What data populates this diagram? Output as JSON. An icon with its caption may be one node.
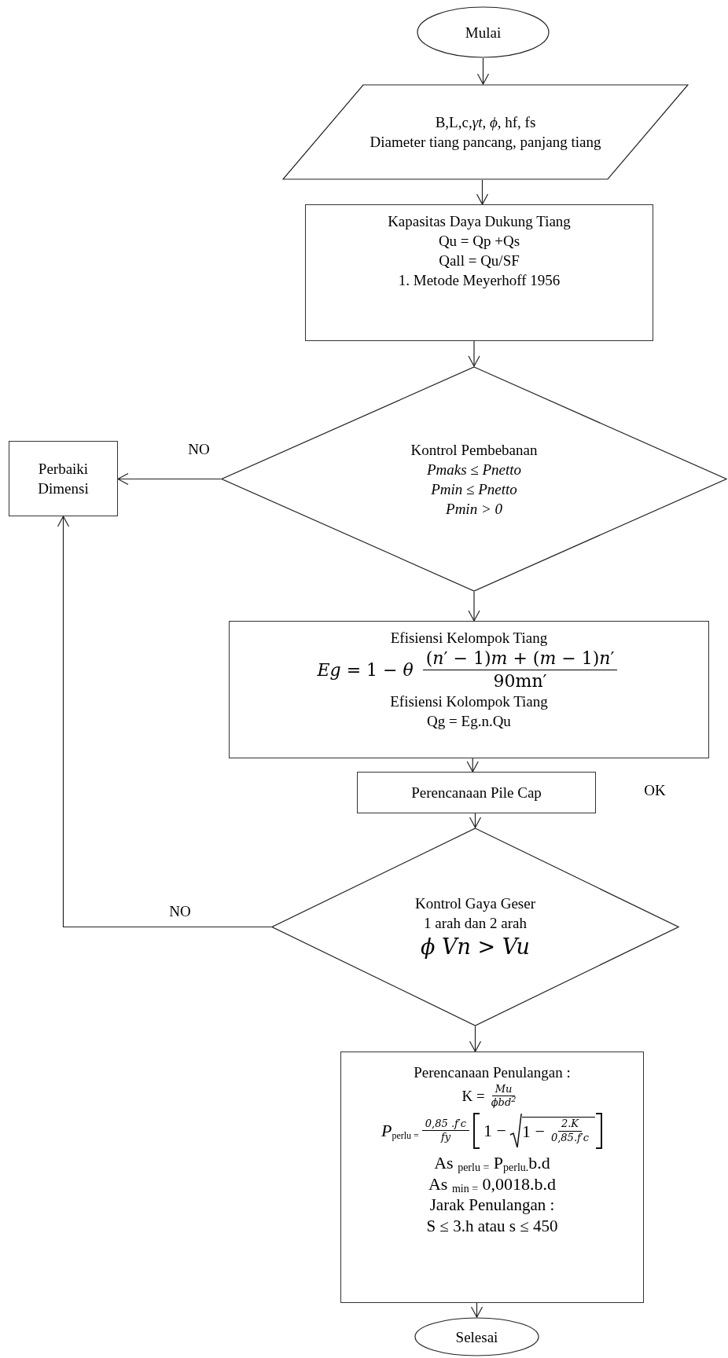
{
  "diagram": {
    "nodes": [
      {
        "text": [
          "Mulai"
        ]
      },
      {
        "text": [
          "B,L,c,*γt*, *ϕ*, hf, fs",
          "Diameter tiang pancang, panjang tiang"
        ]
      },
      {
        "text": [
          "Kapasitas Daya Dukung Tiang",
          "Qu = Qp +Qs",
          "Qall = Qu/SF",
          "1. Metode Meyerhoff 1956"
        ]
      },
      {
        "text": [
          "Kontrol Pembebanan",
          "Pmaks ≤ Pnetto",
          "Pmin ≤ Pnetto",
          "Pmin > 0"
        ]
      },
      {
        "text": [
          "Perbaiki Dimensi"
        ]
      },
      {
        "text": [
          "Efisiensi Kelompok Tiang",
          "*Eg* = 1 −  *θ*",
          "(*n*′ − 1)*m* + (*m* − 1)*n*′",
          "90mn′",
          "Efisiensi Kolompok Tiang",
          "Qg = Eg.n.Qu"
        ]
      },
      {
        "text": [
          "Perencanaan Pile Cap"
        ]
      },
      {
        "text": [
          "Kontrol Gaya Geser",
          "1 arah dan 2 arah",
          "ϕ Vn > Vu"
        ]
      },
      {
        "text": [
          "Perencanaan Penulangan :",
          "K =",
          "Mu",
          "ϕbd$^{2}$",
          "*P*$_{perlu =}$",
          "0,85 .f′c",
          "fy",
          "1 −",
          "1 −",
          "2.K",
          "0,85.f′c",
          "As $_{perlu =}$ P$_{perlu.}$b.d",
          "As $_{min =}$ 0,0018.b.d",
          "Jarak Penulangan :",
          "S ≤ 3.h atau s ≤ 450"
        ]
      },
      {
        "text": [
          "Selesai"
        ]
      }
    ],
    "edges": [
      {
        "from": 0,
        "to": 1,
        "arrow": "to"
      },
      {
        "from": 1,
        "to": 2,
        "arrow": "to"
      },
      {
        "from": 2,
        "to": 3,
        "arrow": "to"
      },
      {
        "from": 3,
        "to": 4,
        "arrow": "to",
        "label": "NO"
      },
      {
        "from": 3,
        "to": 5,
        "arrow": "to"
      },
      {
        "from": 5,
        "to": 6,
        "arrow": "to"
      },
      {
        "from": 6,
        "to": 7,
        "arrow": "to"
      },
      {
        "from": 7,
        "to": 4,
        "arrow": "to",
        "label": "NO"
      },
      {
        "from": 7,
        "to": 8,
        "arrow": "to"
      },
      {
        "from": 8,
        "to": 9,
        "arrow": "to"
      }
    ],
    "labels": [
      "OK"
    ]
  }
}
